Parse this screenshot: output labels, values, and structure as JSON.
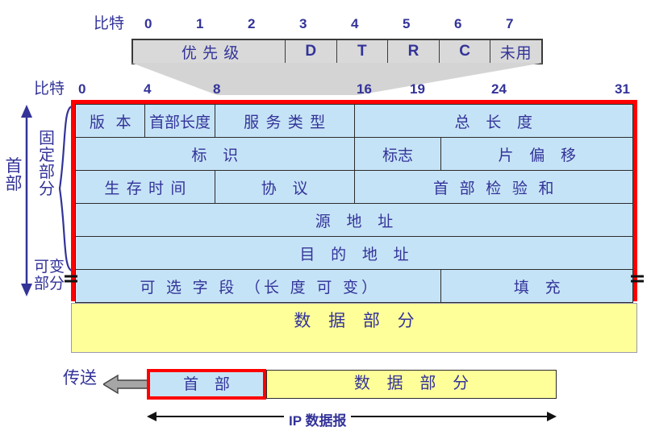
{
  "diagram": {
    "title_semantic": "ip-datagram-format",
    "colors": {
      "header_fill": "#c5e3f6",
      "data_fill": "#ffff99",
      "tos_fill": "#d9d9d9",
      "highlight_border": "#ff0000",
      "text": "#333399",
      "cell_border": "#2b2b2b",
      "funnel": "#d4d4d4"
    }
  },
  "tos_detail": {
    "bit_label": "比特",
    "bit_numbers": [
      "0",
      "1",
      "2",
      "3",
      "4",
      "5",
      "6",
      "7"
    ],
    "fields": [
      {
        "label": "优 先 级",
        "bits": 3
      },
      {
        "label": "D",
        "bits": 1
      },
      {
        "label": "T",
        "bits": 1
      },
      {
        "label": "R",
        "bits": 1
      },
      {
        "label": "C",
        "bits": 1
      },
      {
        "label": "未用",
        "bits": 1
      }
    ]
  },
  "header": {
    "bit_label": "比特",
    "bit_numbers": [
      "0",
      "4",
      "8",
      "16",
      "19",
      "24",
      "31"
    ],
    "side_labels": {
      "whole": "首部",
      "fixed": "固定部分",
      "variable": "可变部分"
    },
    "rows": [
      {
        "cells": [
          {
            "label": "版 本",
            "bits": 4
          },
          {
            "label": "首部长度",
            "bits": 4
          },
          {
            "label": "服 务 类 型",
            "bits": 8
          },
          {
            "label": "总 长 度",
            "bits": 16
          }
        ]
      },
      {
        "cells": [
          {
            "label": "标 识",
            "bits": 16
          },
          {
            "label": "标志",
            "bits": 3
          },
          {
            "label": "片 偏 移",
            "bits": 13
          }
        ]
      },
      {
        "cells": [
          {
            "label": "生 存 时 间",
            "bits": 8
          },
          {
            "label": "协 议",
            "bits": 8
          },
          {
            "label": "首 部 检 验 和",
            "bits": 16
          }
        ]
      },
      {
        "cells": [
          {
            "label": "源 地 址",
            "bits": 32
          }
        ]
      },
      {
        "cells": [
          {
            "label": "目 的 地 址",
            "bits": 32
          }
        ]
      },
      {
        "cells": [
          {
            "label": "可 选 字 段 （长 度 可 变）",
            "bits": 24
          },
          {
            "label": "填 充",
            "bits": 8
          }
        ]
      }
    ]
  },
  "data_section": {
    "label": "数 据 部 分"
  },
  "transmission": {
    "send_label": "传送",
    "header_label": "首 部",
    "data_label": "数 据 部 分",
    "datagram_label": "IP 数据报"
  }
}
